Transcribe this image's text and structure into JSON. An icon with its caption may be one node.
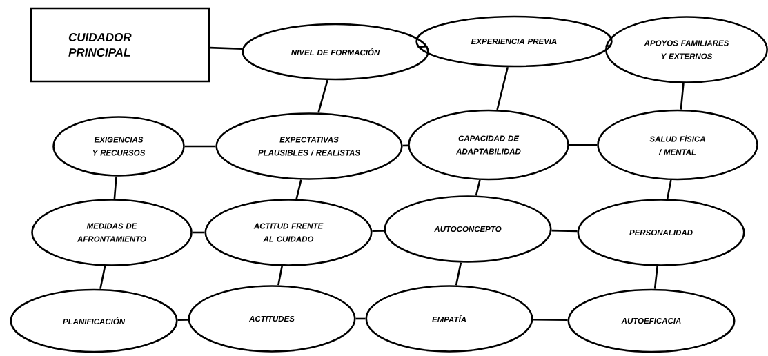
{
  "diagram": {
    "nodes": [
      {
        "text": [
          "CUIDADOR PRINCIPAL"
        ]
      },
      {
        "text": [
          "NIVEL DE FORMACIÓN"
        ]
      },
      {
        "text": [
          "EXPERIENCIA PREVIA"
        ]
      },
      {
        "text": [
          "APOYOS FAMILIARES Y EXTERNOS"
        ]
      },
      {
        "text": [
          "EXIGENCIAS Y RECURSOS"
        ]
      },
      {
        "text": [
          "EXPECTATIVAS PLAUSIBLES / REALISTAS"
        ]
      },
      {
        "text": [
          "CAPACIDAD DE ADAPTABILIDAD"
        ]
      },
      {
        "text": [
          "SALUD FÍSICA / MENTAL"
        ]
      },
      {
        "text": [
          "MEDIDAS DE AFRONTAMIENTO"
        ]
      },
      {
        "text": [
          "ACTITUD FRENTE AL CUIDADO"
        ]
      },
      {
        "text": [
          "AUTOCONCEPTO"
        ]
      },
      {
        "text": [
          "PERSONALIDAD"
        ]
      },
      {
        "text": [
          "PLANIFICACIÓN"
        ]
      },
      {
        "text": [
          "ACTITUDES"
        ]
      },
      {
        "text": [
          "EMPATÍA"
        ]
      },
      {
        "text": [
          "AUTOEFICACIA"
        ]
      }
    ],
    "edges": [
      {
        "from": 0,
        "to": 1,
        "arrow": "none"
      },
      {
        "from": 1,
        "to": 2,
        "arrow": "none"
      },
      {
        "from": 2,
        "to": 3,
        "arrow": "none"
      },
      {
        "from": 1,
        "to": 5,
        "arrow": "none"
      },
      {
        "from": 2,
        "to": 6,
        "arrow": "none"
      },
      {
        "from": 3,
        "to": 7,
        "arrow": "none"
      },
      {
        "from": 4,
        "to": 5,
        "arrow": "none"
      },
      {
        "from": 5,
        "to": 6,
        "arrow": "none"
      },
      {
        "from": 6,
        "to": 7,
        "arrow": "none"
      },
      {
        "from": 4,
        "to": 8,
        "arrow": "none"
      },
      {
        "from": 5,
        "to": 9,
        "arrow": "none"
      },
      {
        "from": 6,
        "to": 10,
        "arrow": "none"
      },
      {
        "from": 7,
        "to": 11,
        "arrow": "none"
      },
      {
        "from": 8,
        "to": 9,
        "arrow": "none"
      },
      {
        "from": 9,
        "to": 10,
        "arrow": "none"
      },
      {
        "from": 10,
        "to": 11,
        "arrow": "none"
      },
      {
        "from": 8,
        "to": 12,
        "arrow": "none"
      },
      {
        "from": 9,
        "to": 13,
        "arrow": "none"
      },
      {
        "from": 10,
        "to": 14,
        "arrow": "none"
      },
      {
        "from": 11,
        "to": 15,
        "arrow": "none"
      },
      {
        "from": 12,
        "to": 13,
        "arrow": "none"
      },
      {
        "from": 13,
        "to": 14,
        "arrow": "none"
      },
      {
        "from": 14,
        "to": 15,
        "arrow": "none"
      }
    ]
  }
}
